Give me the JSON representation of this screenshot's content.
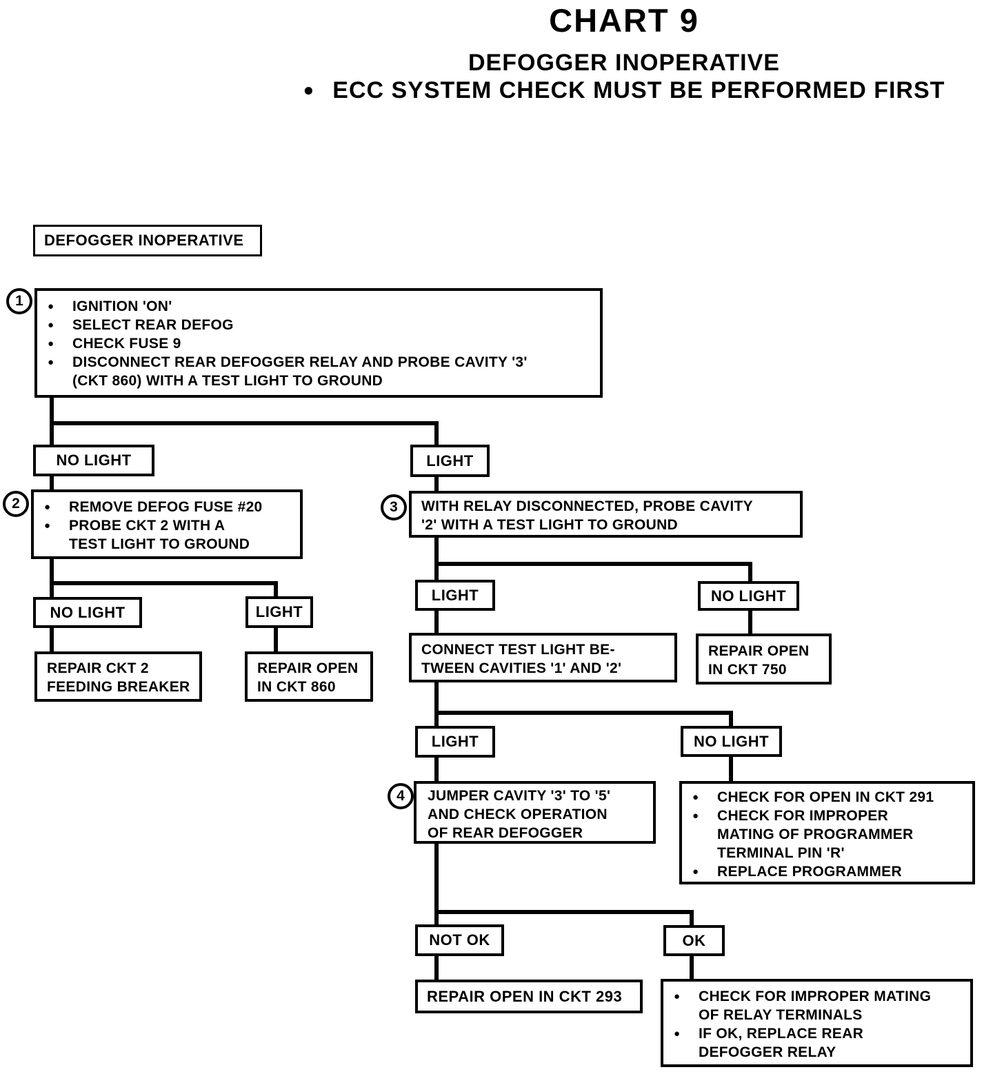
{
  "glyphs": {
    "bullet": "●"
  },
  "header": {
    "title": "CHART 9",
    "subtitle": "DEFOGGER INOPERATIVE",
    "note": "ECC SYSTEM CHECK MUST BE PERFORMED FIRST"
  },
  "nodes": {
    "start": {
      "label": "DEFOGGER INOPERATIVE"
    },
    "step1": {
      "number": "1",
      "bullets": [
        [
          "IGNITION 'ON'"
        ],
        [
          "SELECT REAR DEFOG"
        ],
        [
          "CHECK FUSE 9"
        ],
        [
          "DISCONNECT REAR DEFOGGER RELAY AND PROBE CAVITY '3'",
          "(CKT 860) WITH A TEST LIGHT TO GROUND"
        ]
      ]
    },
    "no_light_1": {
      "label": "NO LIGHT"
    },
    "light_1": {
      "label": "LIGHT"
    },
    "step2": {
      "number": "2",
      "bullets": [
        [
          "REMOVE DEFOG FUSE #20"
        ],
        [
          "PROBE CKT 2 WITH A",
          "TEST LIGHT TO GROUND"
        ]
      ]
    },
    "step3": {
      "number": "3",
      "lines": [
        "WITH RELAY DISCONNECTED, PROBE CAVITY",
        "'2' WITH A TEST LIGHT TO GROUND"
      ]
    },
    "no_light_2": {
      "label": "NO LIGHT"
    },
    "light_2": {
      "label": "LIGHT"
    },
    "repair_ckt2": {
      "lines": [
        "REPAIR CKT 2",
        "FEEDING BREAKER"
      ]
    },
    "repair_ckt860": {
      "lines": [
        "REPAIR OPEN",
        "IN CKT 860"
      ]
    },
    "light_3": {
      "label": "LIGHT"
    },
    "no_light_3": {
      "label": "NO LIGHT"
    },
    "connect_test": {
      "lines": [
        "CONNECT TEST LIGHT BE-",
        "TWEEN CAVITIES '1' AND '2'"
      ]
    },
    "repair_ckt750": {
      "lines": [
        "REPAIR OPEN",
        "IN CKT 750"
      ]
    },
    "light_4": {
      "label": "LIGHT"
    },
    "no_light_4": {
      "label": "NO LIGHT"
    },
    "step4": {
      "number": "4",
      "lines": [
        "JUMPER CAVITY '3' TO '5'",
        "AND CHECK OPERATION",
        "OF REAR DEFOGGER"
      ]
    },
    "check_ckt291": {
      "bullets": [
        [
          "CHECK FOR OPEN IN CKT 291"
        ],
        [
          "CHECK FOR IMPROPER",
          "MATING OF PROGRAMMER",
          "TERMINAL PIN 'R'"
        ],
        [
          "REPLACE PROGRAMMER"
        ]
      ]
    },
    "not_ok": {
      "label": "NOT OK"
    },
    "ok": {
      "label": "OK"
    },
    "repair_ckt293": {
      "label": "REPAIR OPEN IN CKT 293"
    },
    "relay_check": {
      "bullets": [
        [
          "CHECK FOR IMPROPER MATING",
          "OF RELAY TERMINALS"
        ],
        [
          "IF OK, REPLACE REAR",
          "DEFOGGER RELAY"
        ]
      ]
    }
  }
}
